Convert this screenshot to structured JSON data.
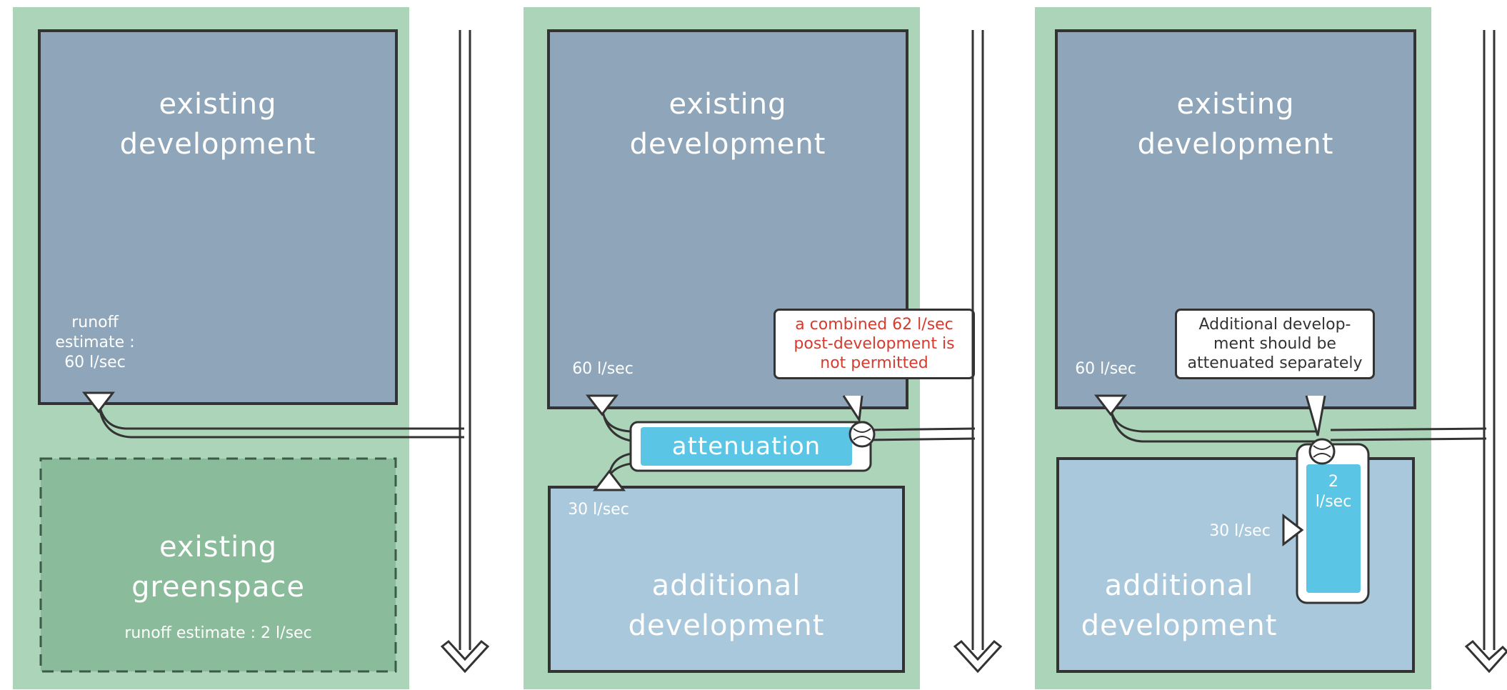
{
  "colors": {
    "site_green": "#acd4b8",
    "existing_dev": "#8fa6ba",
    "additional_dev": "#a9c8dc",
    "greenspace": "#8abb9a",
    "attenuation": "#5ac5e4",
    "outline": "#333333",
    "warning_text": "#d83a2e"
  },
  "panels": [
    {
      "existing_label": "existing\ndevelopment",
      "runoff_label": "runoff\nestimate :\n60 l/sec",
      "greenspace_label": "existing\ngreenspace",
      "greenspace_runoff": "runoff estimate : 2 l/sec"
    },
    {
      "existing_label": "existing\ndevelopment",
      "existing_flow": "60 l/sec",
      "additional_flow": "30 l/sec",
      "attenuation_label": "attenuation",
      "additional_label": "additional\ndevelopment",
      "callout": "a combined 62 l/sec\npost-development is\nnot permitted"
    },
    {
      "existing_label": "existing\ndevelopment",
      "existing_flow": "60 l/sec",
      "additional_flow": "30 l/sec",
      "attenuation_flow": "2\nl/sec",
      "additional_label": "additional\ndevelopment",
      "callout": "Additional develop-\nment should be\nattenuated separately"
    }
  ]
}
